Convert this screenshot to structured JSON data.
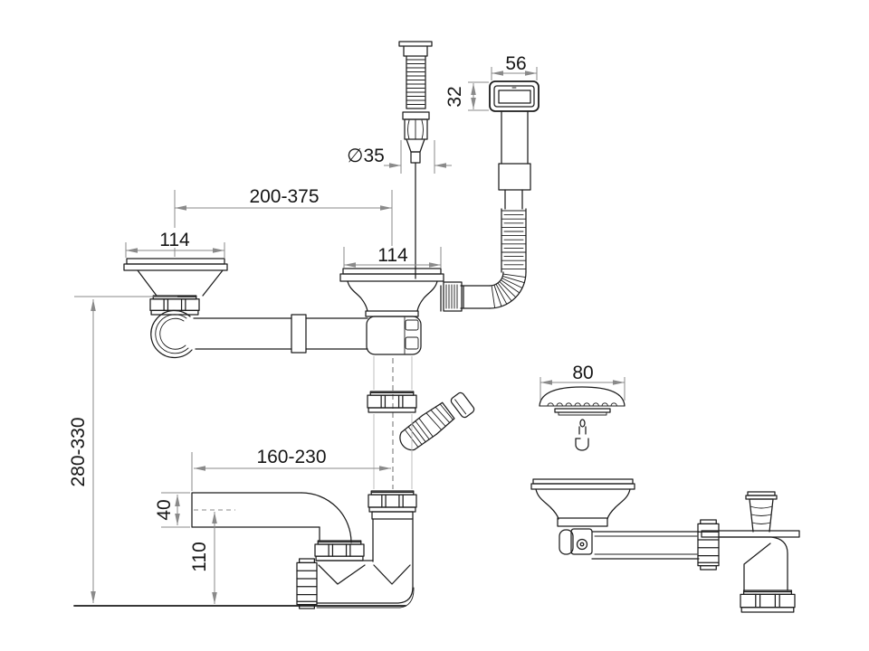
{
  "drawing": {
    "type": "technical-dimension-drawing",
    "subject": "kitchen sink double-bowl drain and siphon set",
    "line_color": "#1c1c1c",
    "dimension_color": "#8a8a8a",
    "dimensions": {
      "overflow_width": "56",
      "overflow_height": "32",
      "plug_diameter": "∅35",
      "bowl_center_distance": "200-375",
      "left_bowl_flange": "114",
      "right_bowl_flange": "114",
      "basket_diameter": "80",
      "installation_height": "280-330",
      "outlet_reach": "160-230",
      "outlet_pipe_diameter": "40",
      "trap_height": "110"
    }
  }
}
